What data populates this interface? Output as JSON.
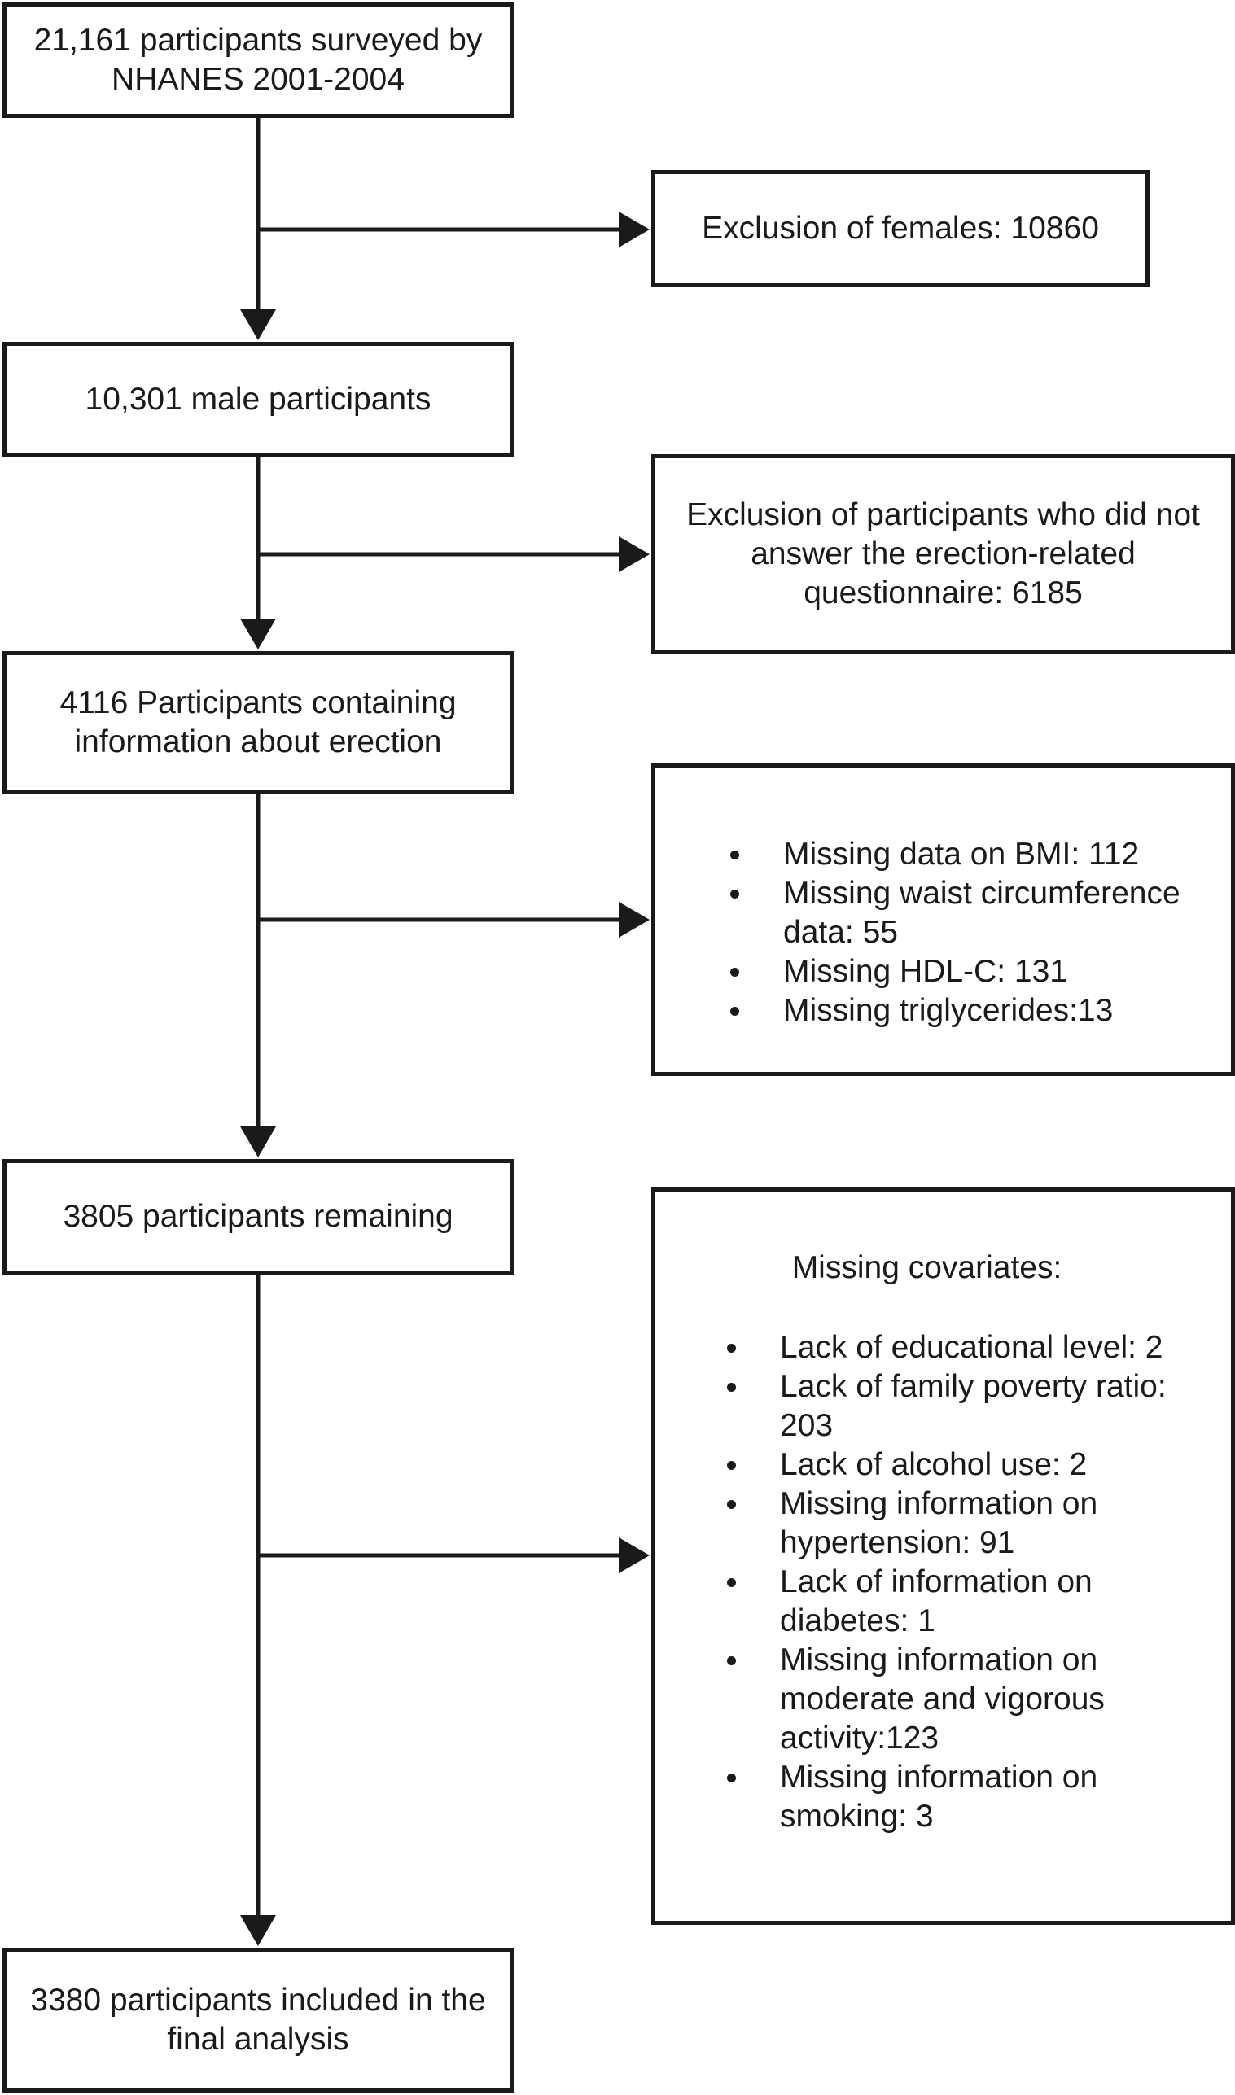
{
  "nodes": {
    "start": "21,161 participants surveyed by\nNHANES 2001-2004",
    "excl_females": "Exclusion of females: 10860",
    "male": "10,301 male participants",
    "excl_questionnaire": "Exclusion of participants who did not\nanswer the erection-related\nquestionnaire: 6185",
    "erection_info": "4116 Participants containing\ninformation about erection",
    "remaining": "3805 participants remaining",
    "final": "3380 participants included in the\nfinal analysis"
  },
  "missing_measures": {
    "items": [
      "Missing data on BMI: 112",
      "Missing waist circumference\ndata: 55",
      "Missing HDL-C: 131",
      "Missing triglycerides:13"
    ]
  },
  "missing_covariates": {
    "heading": "Missing covariates:",
    "items": [
      "Lack of educational level: 2",
      "Lack of family poverty ratio:\n203",
      "Lack of alcohol use: 2",
      "Missing information on\nhypertension: 91",
      "Lack of information on\ndiabetes: 1",
      "Missing information on\nmoderate and vigorous\nactivity:123",
      "Missing information on\nsmoking: 3"
    ]
  }
}
